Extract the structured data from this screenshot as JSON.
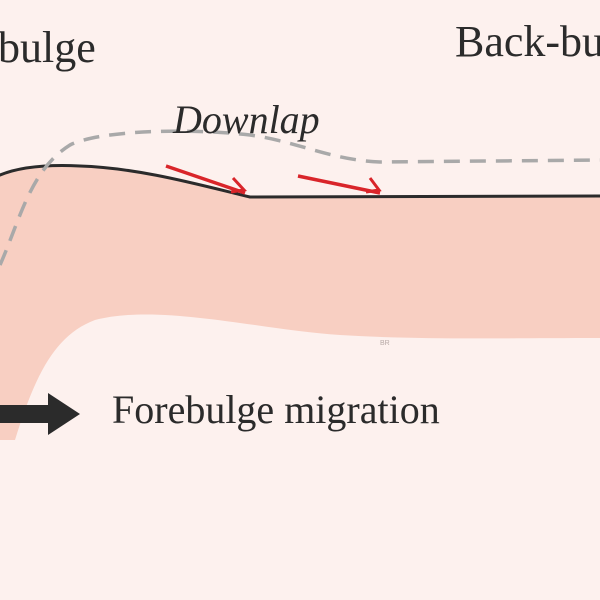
{
  "labels": {
    "forebulge": "bulge",
    "backbulge": "Back-bu",
    "downlap": "Downlap",
    "migration": "Forebulge migration",
    "tiny_mark": "BR"
  },
  "colors": {
    "background": "#fdf1ee",
    "strata_fill": "#f8cfc2",
    "surface_line": "#2b2b2b",
    "dashed_line": "#a9a9a9",
    "downlap_arrows": "#d9252a",
    "migration_arrow": "#2b2b2b"
  },
  "icons": {
    "downlap_arrow": "red-half-arrow-icon",
    "migration_arrow": "thick-right-arrow-icon"
  }
}
